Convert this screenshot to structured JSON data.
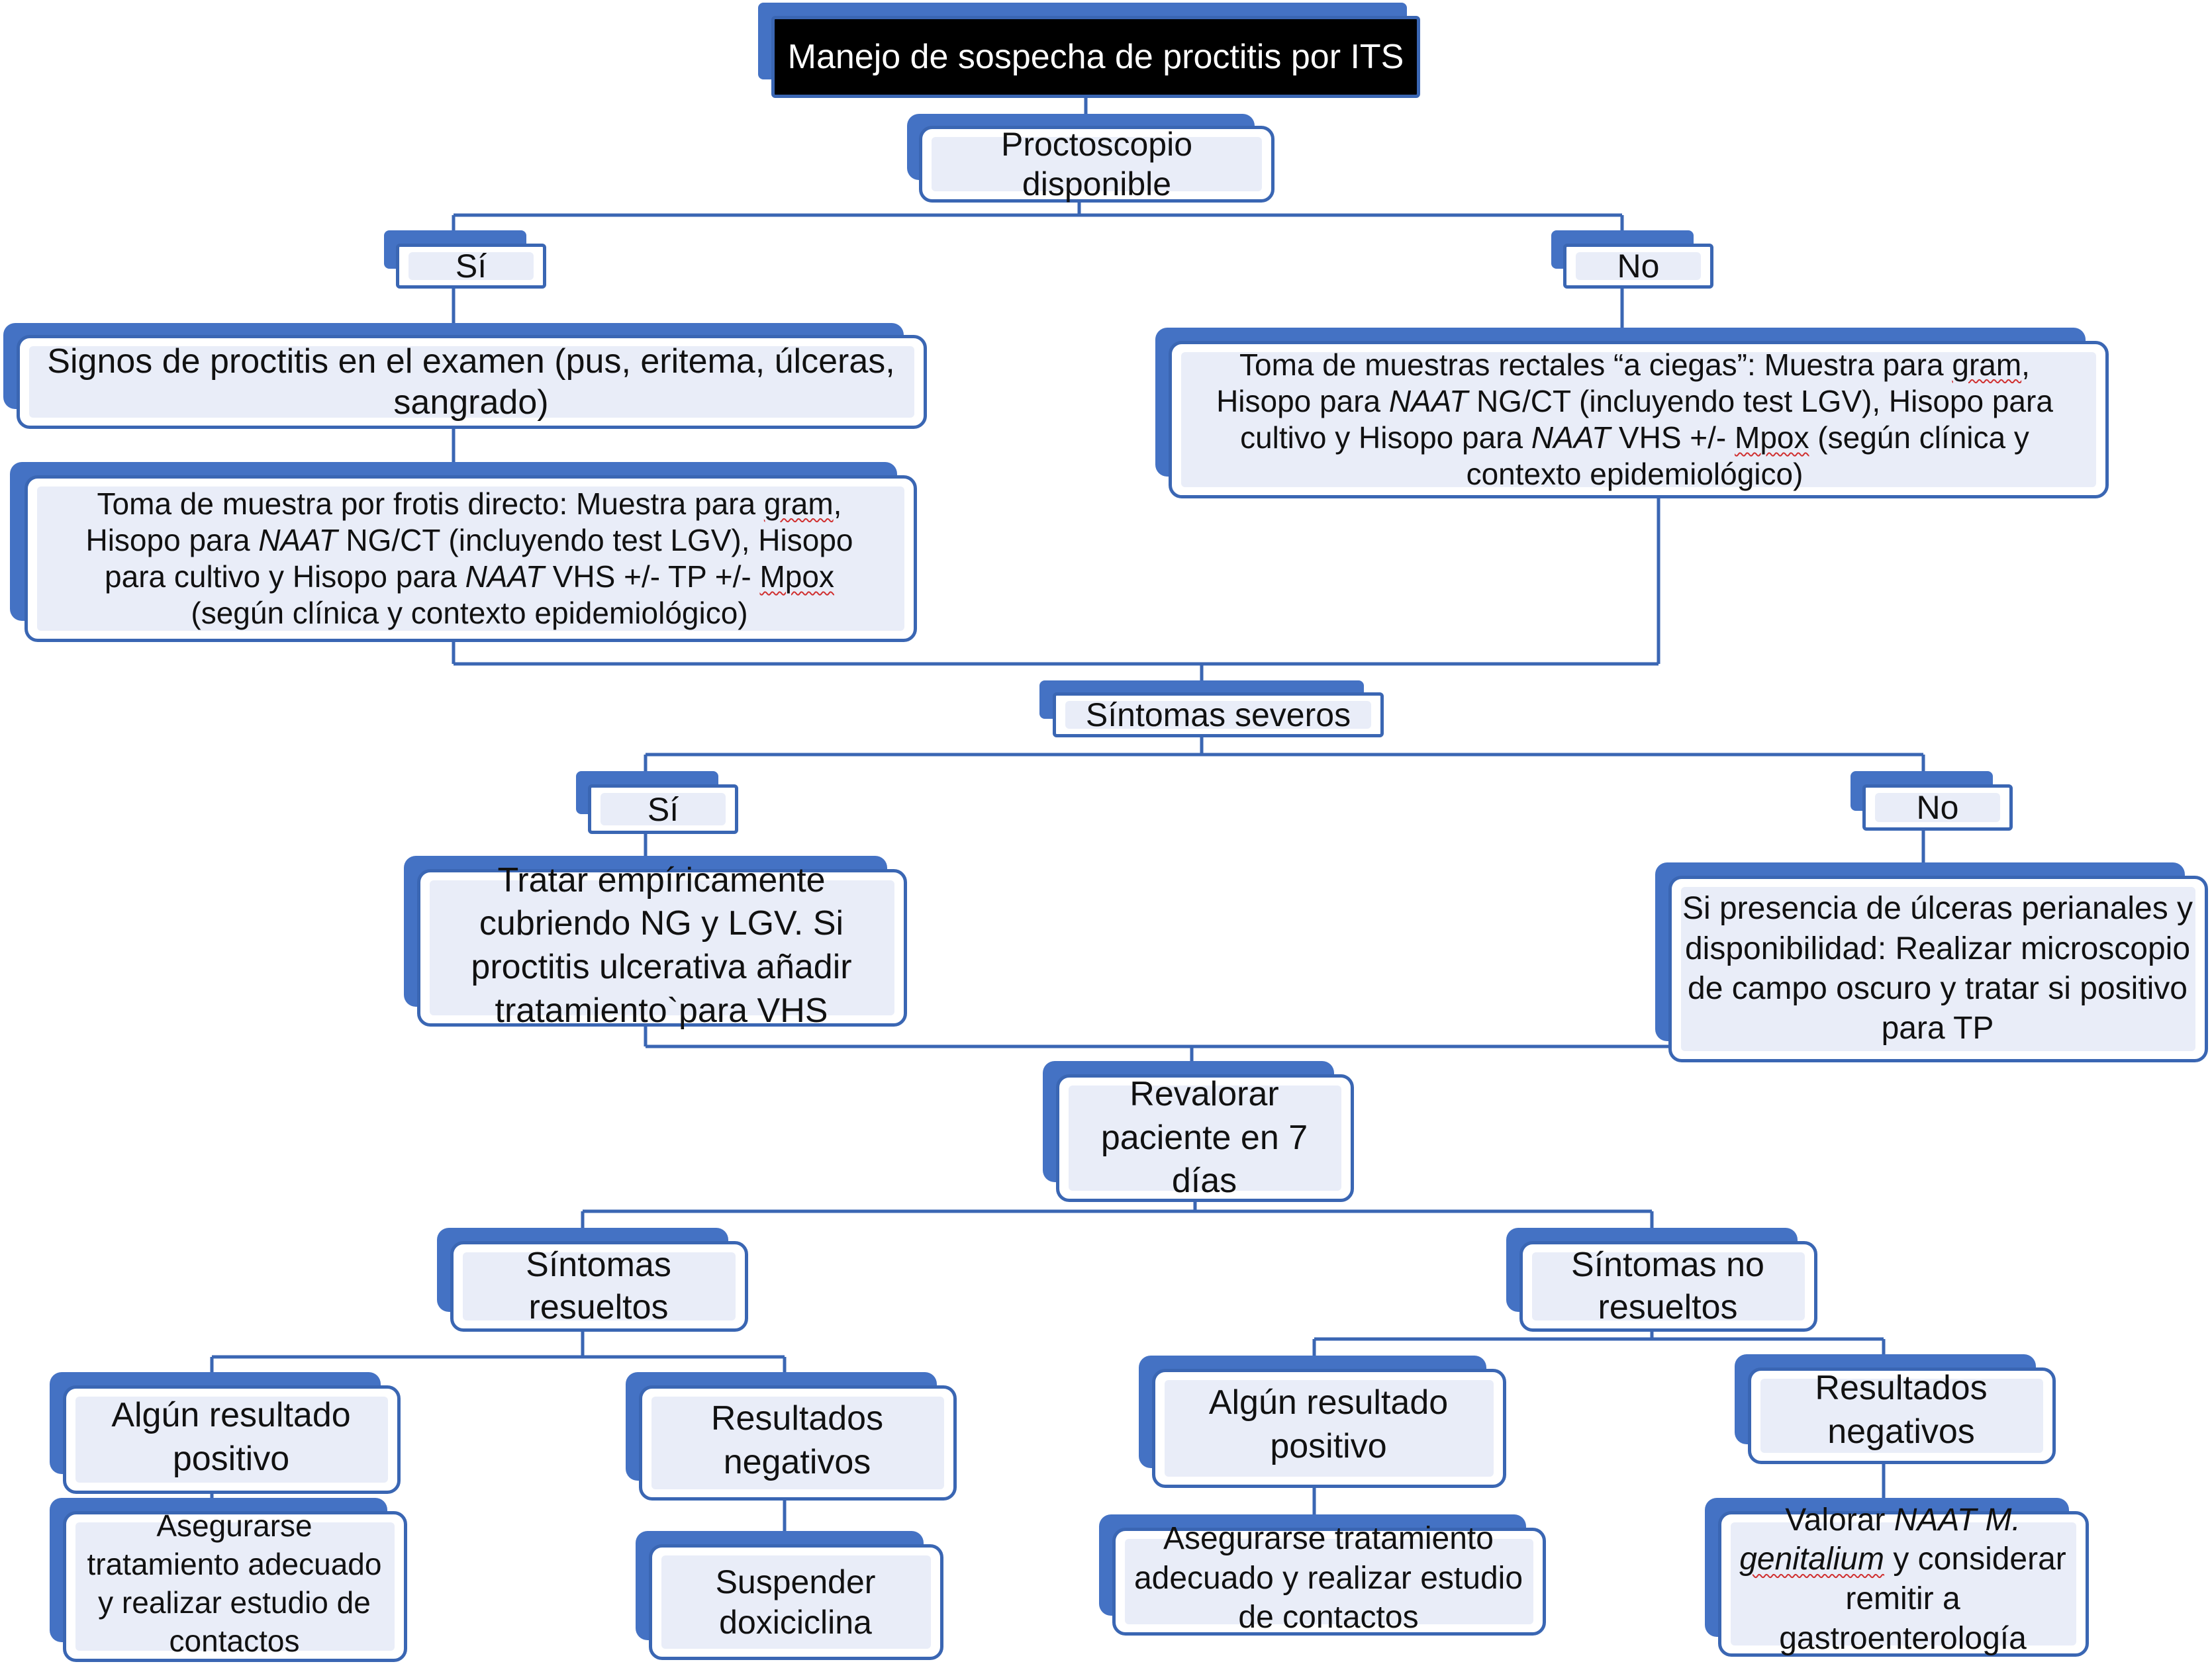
{
  "colors": {
    "accent": "#4472c4",
    "border": "#3a66b3",
    "fill": "#e9edf8",
    "title_bg": "#000000",
    "title_text": "#ffffff",
    "connector": "#3a66b3"
  },
  "nodes": {
    "title": "Manejo de sospecha de proctitis por ITS",
    "proctoscopio": "Proctoscopio disponible",
    "si_1": "Sí",
    "no_1": "No",
    "signos": "Signos de proctitis en el examen (pus, eritema, úlceras, sangrado)",
    "frotis": {
      "l1": "Toma de muestra por frotis directo: Muestra para ",
      "l1_sq": "gram",
      "l1_end": ",",
      "l2a": "Hisopo para ",
      "l2_naat": "NAAT",
      "l2b": " NG/CT (incluyendo test LGV), Hisopo",
      "l3a": "para cultivo y Hisopo para ",
      "l3_naat": "NAAT",
      "l3b": " VHS +/- TP +/- ",
      "l3_sq": "Mpox",
      "l4": "(según clínica y contexto epidemiológico)"
    },
    "ciegas": {
      "l1a": "Toma de muestras rectales “a ciegas”:  Muestra para ",
      "l1_sq": "gram",
      "l1_end": ",",
      "l2a": "Hisopo para ",
      "l2_naat": "NAAT",
      "l2b": " NG/CT (incluyendo test LGV), Hisopo para",
      "l3a": "cultivo y Hisopo para ",
      "l3_naat": "NAAT",
      "l3b": " VHS +/- ",
      "l3_sq": "Mpox",
      "l3c": " (según clínica y",
      "l4": "contexto epidemiológico)"
    },
    "severos": "Síntomas severos",
    "si_2": "Sí",
    "no_2": "No",
    "tratar": "Tratar empíricamente cubriendo NG y LGV. Si proctitis ulcerativa añadir tratamiento`para VHS",
    "ulceras": "Si presencia de úlceras perianales y disponibilidad: Realizar microscopio de campo oscuro y tratar si positivo para TP",
    "revalorar": "Revalorar paciente en 7 días",
    "resueltos": "Síntomas resueltos",
    "no_resueltos": "Síntomas no resueltos",
    "pos_1": "Algún resultado positivo",
    "neg_1": "Resultados negativos",
    "pos_2": "Algún resultado positivo",
    "neg_2": "Resultados negativos",
    "asegurar_1": "Asegurarse tratamiento adecuado y realizar estudio de contactos",
    "suspender": "Suspender doxiciclina",
    "asegurar_2": "Asegurarse tratamiento adecuado y realizar estudio de contactos",
    "valorar": {
      "a": "Valorar ",
      "naat": "NAAT M.",
      "genitalium": "genitalium",
      "b": " y considerar remitir a gastroenterología"
    }
  }
}
